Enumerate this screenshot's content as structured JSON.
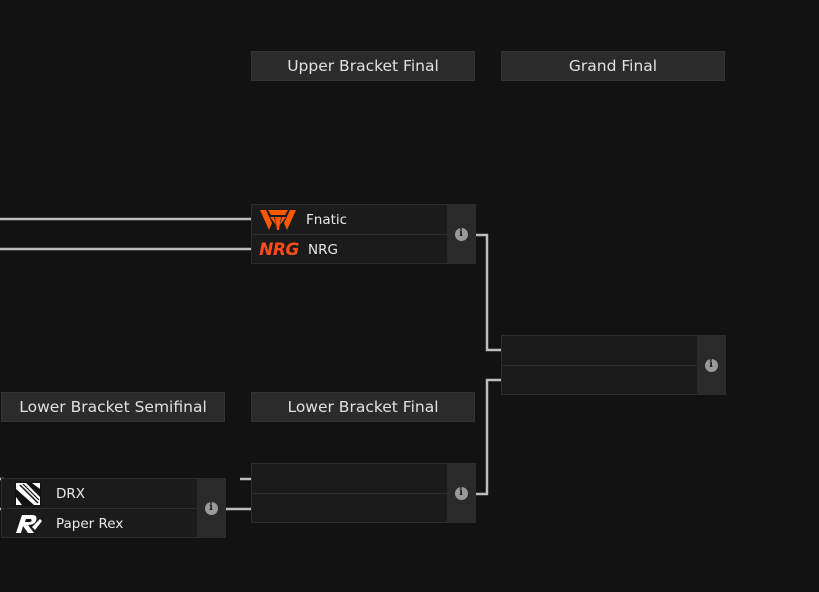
{
  "rounds": {
    "upper_final": "Upper Bracket Final",
    "grand_final": "Grand Final",
    "lower_semifinal": "Lower Bracket Semifinal",
    "lower_final": "Lower Bracket Final"
  },
  "matches": {
    "upper_final": {
      "team1": {
        "name": "Fnatic",
        "logo": "fnatic-logo",
        "color": "#ff5900"
      },
      "team2": {
        "name": "NRG",
        "logo": "nrg-logo",
        "logo_text": "NRG",
        "color": "#ff4d1a"
      }
    },
    "lower_semifinal": {
      "team1": {
        "name": "DRX",
        "logo": "drx-logo",
        "color": "#ffffff"
      },
      "team2": {
        "name": "Paper Rex",
        "logo": "paper-rex-logo",
        "color": "#ffffff"
      }
    },
    "lower_final": {
      "team1": {
        "name": ""
      },
      "team2": {
        "name": ""
      }
    },
    "grand_final": {
      "team1": {
        "name": ""
      },
      "team2": {
        "name": ""
      }
    }
  },
  "info_glyph": "i",
  "colors": {
    "background": "#121212",
    "connector": "#bdbdbd",
    "header_bg": "#2b2b2b"
  }
}
